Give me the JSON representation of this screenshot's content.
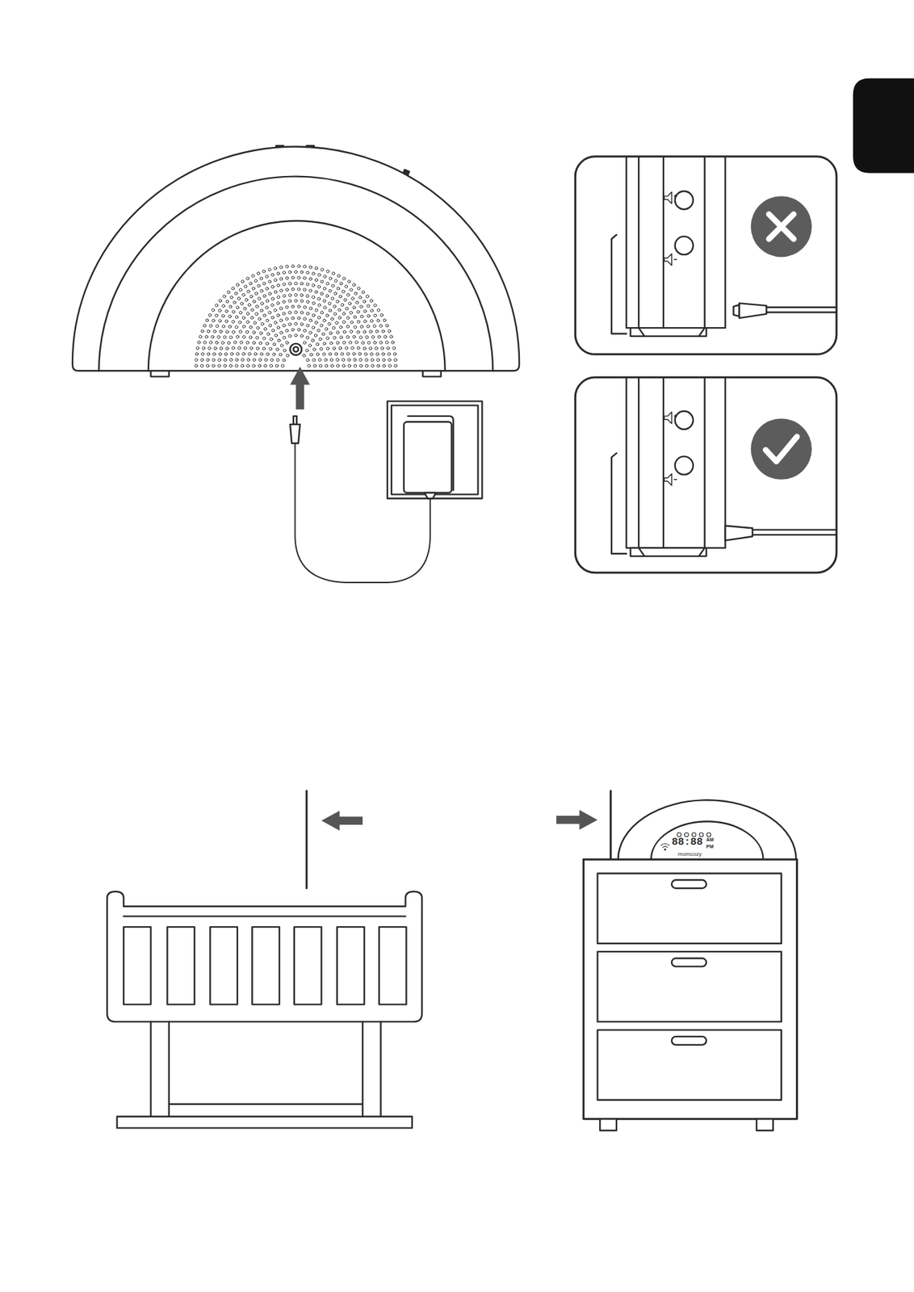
{
  "diagram": {
    "labels": [
      "88:88",
      "AM",
      "PM",
      "momcozy"
    ]
  }
}
